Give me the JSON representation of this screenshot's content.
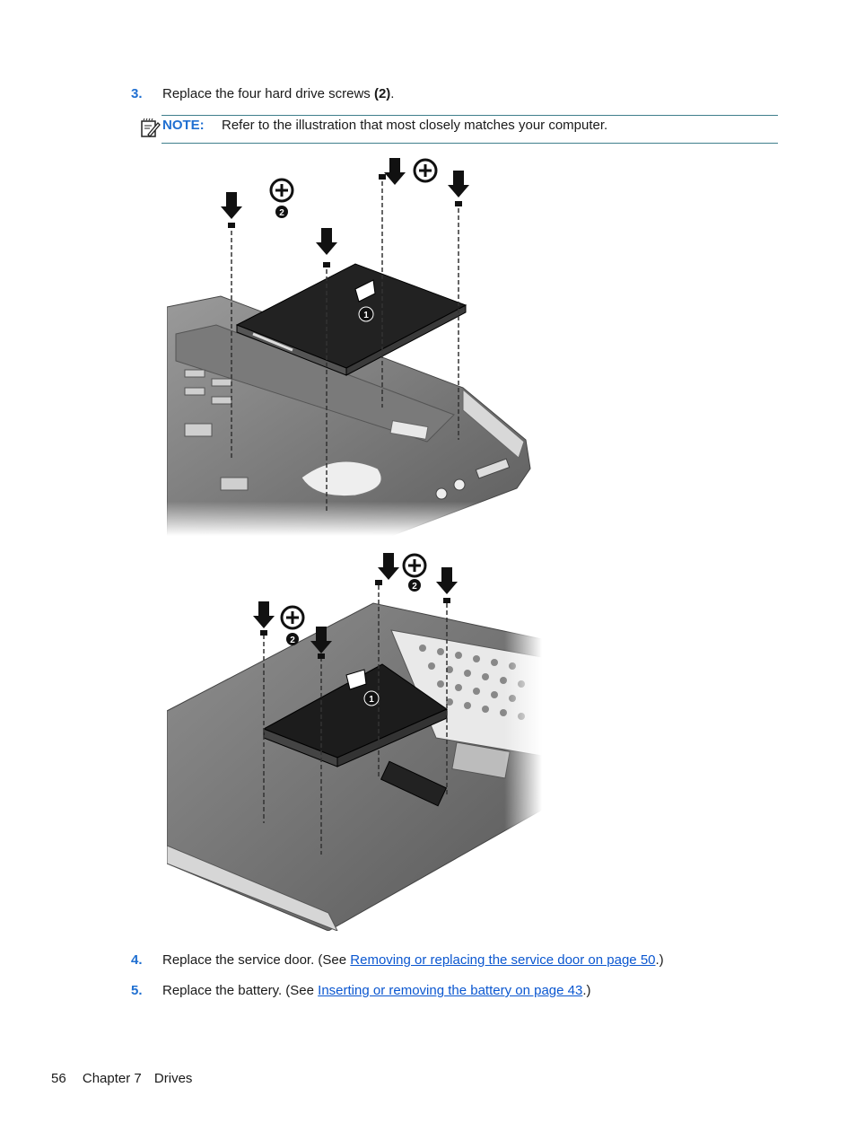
{
  "steps": [
    {
      "num": "3.",
      "text_before": "Replace the four hard drive screws ",
      "bold": "(2)",
      "text_after": "."
    },
    {
      "num": "4.",
      "text_before": "Replace the service door. (See ",
      "link": "Removing or replacing the service door on page 50",
      "text_after": ".)"
    },
    {
      "num": "5.",
      "text_before": "Replace the battery. (See ",
      "link": "Inserting or removing the battery on page 43",
      "text_after": ".)"
    }
  ],
  "note": {
    "label": "NOTE:",
    "text": "Refer to the illustration that most closely matches your computer."
  },
  "illustrations": {
    "callout_1": "1",
    "callout_2": "2"
  },
  "footer": {
    "page_number": "56",
    "chapter": "Chapter 7",
    "section": "Drives"
  },
  "colors": {
    "step_number": "#1f6fd1",
    "link": "#0b57d0",
    "rule": "#3f7f8c"
  }
}
